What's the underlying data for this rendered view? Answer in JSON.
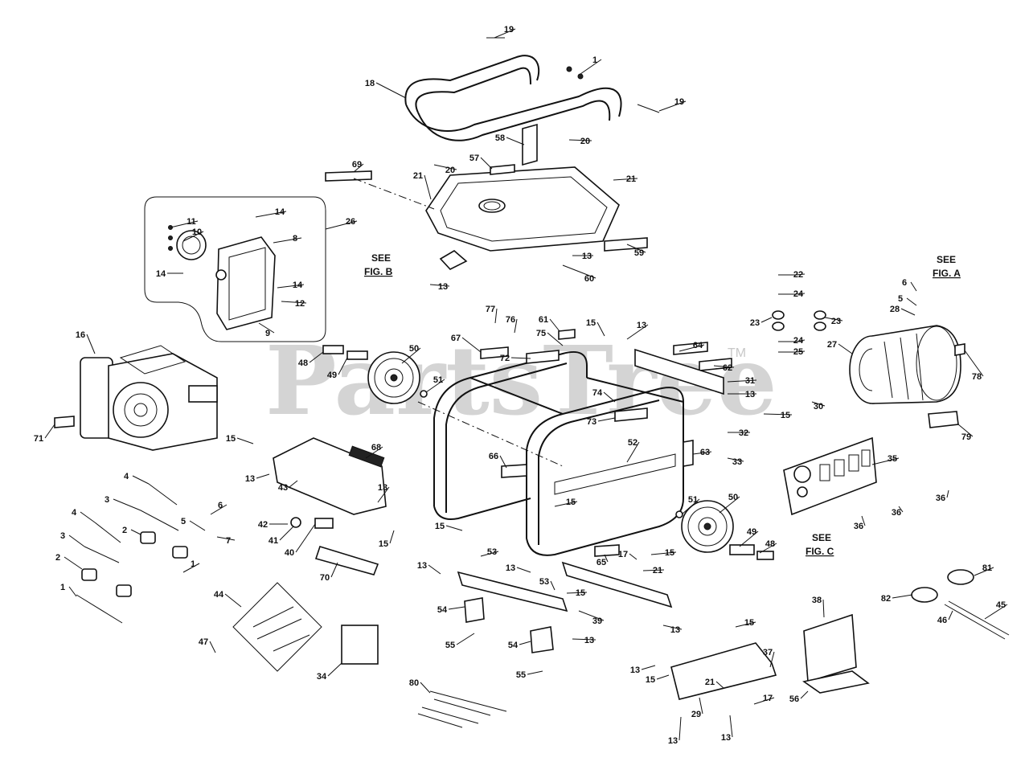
{
  "watermark": {
    "text": "PartsTree",
    "mark": "TM"
  },
  "references": [
    {
      "see": "SEE",
      "fig": "FIG. B"
    },
    {
      "see": "SEE",
      "fig": "FIG. A"
    },
    {
      "see": "SEE",
      "fig": "FIG. C"
    }
  ],
  "callouts": [
    "1",
    "2",
    "3",
    "4",
    "5",
    "6",
    "7",
    "8",
    "9",
    "10",
    "11",
    "12",
    "13",
    "14",
    "15",
    "16",
    "17",
    "18",
    "19",
    "20",
    "21",
    "22",
    "23",
    "24",
    "25",
    "26",
    "27",
    "28",
    "29",
    "30",
    "31",
    "32",
    "33",
    "34",
    "35",
    "36",
    "37",
    "38",
    "39",
    "40",
    "41",
    "42",
    "43",
    "44",
    "45",
    "46",
    "47",
    "48",
    "49",
    "50",
    "51",
    "52",
    "53",
    "54",
    "55",
    "56",
    "57",
    "58",
    "59",
    "60",
    "61",
    "62",
    "63",
    "64",
    "65",
    "66",
    "67",
    "68",
    "69",
    "70",
    "71",
    "72",
    "73",
    "74",
    "75",
    "76",
    "77",
    "78",
    "79",
    "80",
    "81",
    "82"
  ]
}
